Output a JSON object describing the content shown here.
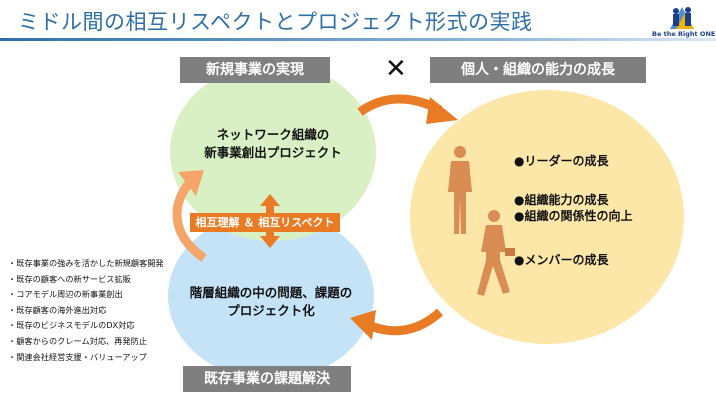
{
  "title": "ミドル間の相互リスペクトとプロジェクト形式の実践",
  "logo": {
    "text": "Be the Right ONE"
  },
  "labels": {
    "new_business": "新規事業の実現",
    "ability_growth": "個人・組織の能力の成長",
    "existing_business": "既存事業の課題解決",
    "cross": "✕"
  },
  "circles": {
    "green": {
      "line1": "ネットワーク組織の",
      "line2": "新事業創出プロジェクト"
    },
    "blue": {
      "line1": "階層組織の中の問題、課題の",
      "line2": "プロジェクト化"
    }
  },
  "mutual_label": "相互理解 ＆ 相互リスペクト",
  "growth_items": [
    "●リーダーの成長",
    "●組織能力の成長",
    "●組織の関係性の向上",
    "●メンバーの成長"
  ],
  "left_items": [
    "・既存事業の強みを活かした新規顧客開発",
    "・既存の顧客への新サービス拡販",
    "・コアモデル周辺の新事業創出",
    "・既存顧客の海外進出対応",
    "・既存のビジネスモデルのDX対応",
    "・顧客からのクレーム対応、再発防止",
    "・関連会社経営支援・バリューアップ"
  ],
  "colors": {
    "title": "#2e6fa7",
    "accent": "#e97b25",
    "green": "#d9f0c4",
    "blue": "#c5e3f7",
    "yellow": "#fde7a8",
    "label_gray": "#7f7f7f"
  }
}
